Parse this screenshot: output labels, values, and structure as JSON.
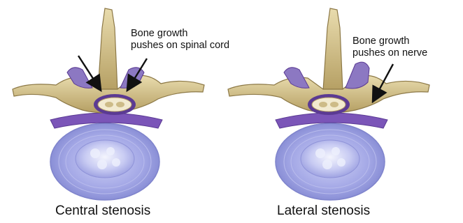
{
  "panels": [
    {
      "annotation_line1": "Bone growth",
      "annotation_line2": "pushes on spinal cord",
      "caption": "Central stenosis"
    },
    {
      "annotation_line1": "Bone growth",
      "annotation_line2": "pushes on nerve",
      "caption": "Lateral stenosis"
    }
  ],
  "colors": {
    "bone": "#d6c28e",
    "bone_shadow": "#9e8a55",
    "disc": "#9b9fe0",
    "disc_center": "#e6e8fb",
    "ligament": "#7b55b8",
    "arrow": "#111111"
  }
}
